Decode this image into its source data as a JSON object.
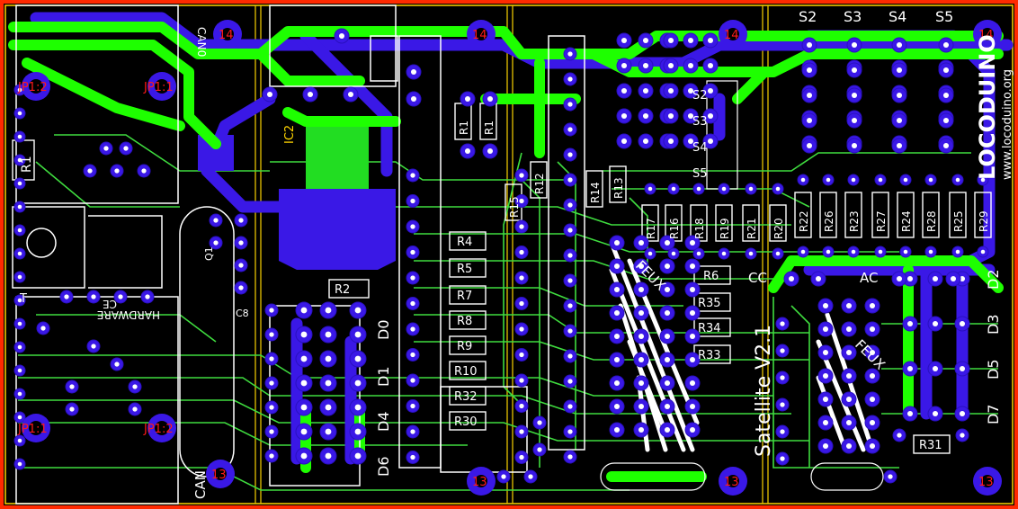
{
  "colors": {
    "background": "#000000",
    "board_edge": "#ff2a00",
    "edge_outline": "#ffd400",
    "section_lines": "#e6c200",
    "top_copper": "#1eff00",
    "bottom_copper": "#3a18e6",
    "thin_traces": "#3fdc3f",
    "silkscreen": "#ffffff",
    "pad_ring": "#3a18e6",
    "pad_hole": "#ffffff",
    "pad_number": "#ff1a1a"
  },
  "board": {
    "brand_logo": "LOCODUINO",
    "website": "www.locoduino.org",
    "version_text": "Satellite V2.1"
  },
  "mounting_holes": {
    "top_label": "14",
    "bottom_label": "13"
  },
  "jumpers": {
    "jp1_2_top": "JP1:2",
    "jp1_1_top": "JP1:1",
    "jp1_1_bottom": "JP1:1",
    "jp1_2_bottom": "JP1:2"
  },
  "left_labels": {
    "r1": "R1",
    "ic_label": "IC2",
    "hardware_label": "HARDWARE",
    "ce_label": "CE",
    "t_label": "T",
    "can_label": "CAN",
    "can0_label": "CAN0",
    "q_label": "Q1",
    "c_label": "C8"
  },
  "servo_headers": {
    "labels_top": [
      "S2",
      "S3",
      "S4",
      "S5"
    ],
    "inline_labels": [
      "S2",
      "S3",
      "S4",
      "S5"
    ]
  },
  "pin_labels": [
    "D0",
    "D1",
    "D4",
    "D6"
  ],
  "right_pin_labels": [
    "D2",
    "D3",
    "D5",
    "D7"
  ],
  "connector_labels": {
    "cc": "CC",
    "ac": "AC",
    "feux_left": "FEUX",
    "feux_right": "FEUX"
  },
  "resistors_middle": [
    "R4",
    "R5",
    "R7",
    "R8",
    "R9",
    "R10",
    "R32",
    "R30"
  ],
  "resistors_upper": [
    "R1",
    "R1",
    "R15",
    "R12",
    "R14",
    "R13"
  ],
  "resistors_vertical_center": [
    "R17",
    "R16",
    "R18",
    "R19",
    "R21",
    "R20"
  ],
  "resistors_feux": [
    "R6",
    "R35",
    "R34",
    "R33"
  ],
  "resistors_vertical_right": [
    "R22",
    "R26",
    "R23",
    "R27",
    "R24",
    "R28",
    "R25",
    "R29"
  ],
  "resistor_bottom_right": "R31",
  "resistor_small": "R2"
}
